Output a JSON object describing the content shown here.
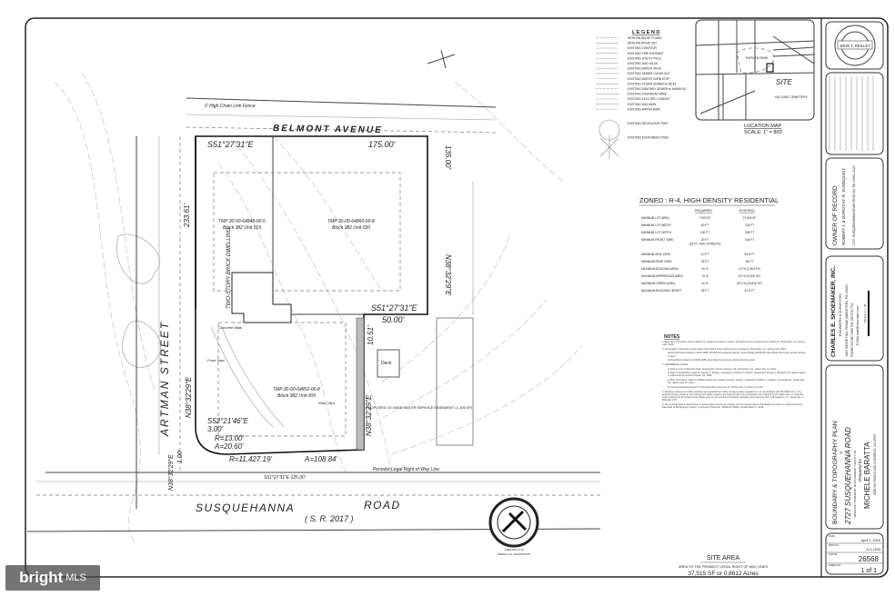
{
  "plan": {
    "streets": {
      "belmont": "BELMONT AVENUE",
      "artman": "ARTMAN STREET",
      "susquehanna": "SUSQUEHANNA",
      "road": "ROAD",
      "route": "( S. R. 2017 )"
    },
    "bearings": {
      "top": "S51°27'31\"E",
      "top_dist": "175.00'",
      "right": "N38°32'29\"E",
      "right_dist": "135.00'",
      "step": "S51°27'31\"E",
      "step_dist": "50.00'",
      "step_right": "N38°32'29\"E",
      "step_short": "10.51'",
      "left": "N38°32'29\"E",
      "left_dist": "233.61'",
      "corner": "S52°21'46\"E",
      "corner_dist": "3.00'",
      "radius": "R=13.00'",
      "arc": "A=20.60'",
      "bottom_radius": "R=11,427.19'",
      "bottom_arc": "A=108.84'",
      "bottom_left": "N38°32'29\"E",
      "bottom_left_dist": "1.00'",
      "tile_line": "S51°27'31\"E  125.00'"
    },
    "labels": {
      "house": "TWO-STORY BRICK DWELLING",
      "parcel1": "TMP 30-00-64852-00-8",
      "block1": "Block 382 Unit 005",
      "parcel2": "TMP 30-00-64848-00-5",
      "block2": "Block 382 Unit 019",
      "parcel3": "TMP 30-00-64860-00-8",
      "block3": "Block 382 Unit 020",
      "deck": "Deck",
      "easement": "PROPOSED 10' WIDE WATER SERVICE EASEMENT (1,106 SF)",
      "row": "Penndot Legal Right of Way Line",
      "fence": "6' High Chain Link Fence",
      "concrete_walk": "Concrete Walk",
      "rear_yard": "Rear Yard",
      "front_yard": "Front Yard"
    }
  },
  "legend": {
    "title": "L E G E N D",
    "items": [
      "IRON PIN W/CAP FOUND",
      "IRON PIN W/CAP SET",
      "EXISTING CONTOUR",
      "EXISTING FIRE HYDRANT",
      "EXISTING UTILITY POLE",
      "EXISTING GAS VALVE",
      "EXISTING WATER VALVE",
      "EXISTING SEWER CLEAN OUT",
      "EXISTING WATER CURB STOP",
      "EXISTING STORM SEWER w/ INLET",
      "EXISTING SANITARY SEWER w/ MANHOLE",
      "EXISTING OVERHEAD WIRE",
      "EXISTING ELECTRIC CONDUIT",
      "EXISTING GAS MAIN",
      "EXISTING WATER MAIN",
      "EXISTING DECIDUOUS TREE",
      "EXISTING EVERGREEN TREE"
    ]
  },
  "location_map": {
    "park": "ROSLYN PARK",
    "site": "SITE",
    "cemetery": "HILLSIDE CEMETERY",
    "title": "LOCATION   MAP",
    "scale": "SCALE:  1\" = 800'"
  },
  "zoning": {
    "title": "ZONED : R-4, HIGH DENSITY RESIDENTIAL",
    "headers": [
      "REQUIRED",
      "EXISTING"
    ],
    "rows": [
      {
        "item": "MINIMUM LOT AREA",
        "required": "7,500 SF",
        "existing": "37,515 SF"
      },
      {
        "item": "MINIMUM LOT WIDTH",
        "required": "50 FT",
        "existing": "125 FT"
      },
      {
        "item": "MINIMUM LOT DEPTH",
        "required": "100 FT",
        "existing": "245 FT"
      },
      {
        "item": "MINIMUM FRONT YARD",
        "required": "20 FT",
        "existing": "104 FT",
        "note": "(15 FT. TWO STREETS)"
      },
      {
        "item": "MINIMUM SIDE YARD",
        "required": "10 FT",
        "existing": "94.6 FT"
      },
      {
        "item": "MINIMUM REAR YARD",
        "required": "25 FT",
        "existing": "84 FT"
      },
      {
        "item": "MAXIMUM BUILDING AREA",
        "required": "40 %",
        "existing": "4.0 % (1,504 SF)"
      },
      {
        "item": "MAXIMUM IMPERVIOUS AREA",
        "required": "70 %",
        "existing": "8.0 % (3,000 SF)"
      },
      {
        "item": "MAXIMUM GREEN AREA",
        "required": "30 %",
        "existing": "92.0 % (34,515 SF)"
      },
      {
        "item": "MAXIMUM BUILDING HEIGHT",
        "required": "35 FT",
        "existing": "31.5 FT"
      }
    ]
  },
  "notes": {
    "title": "NOTES",
    "items": [
      "1.  Boundary information shown taken from deeds and plans of record, and field surveys performed by Charles E. Shoemaker, Inc. during April, 2019.",
      "2.  Topographic information shown taken from field surveys performed by Charles E. Shoemaker, Inc. during April, 2019.",
      "Horizontal Datum based on NAD 1983, SPC83 Pennsylvania (South), Geoid Model g2003u06 using Boyd Instrument virtual network system.",
      "Vertical Datum based on NAVD 1988, using Boyd Instrument virtual network system.",
      "3.  REFERENCE PLANS:",
      "a) Plan of Lots of Glenside Park, prepared by James Cresson, CE, Norristown, Pa., dated July 12, 1924.",
      "b) Plan of Subdivision made for George T. Pepper, prepared by Richard G. Rauch, Registered Surveyor, Abington, Pa. dated August 3, 1994 and last revised October 18, 1994.",
      "c) Plan of Property made for William Hammond, Ardsley Springs, Roslyn, prepared by William T. Mullins, Civil Engineer, Jenkintown, Pa., dated June 27, 1921.",
      "d) Pennsylvania Department of Transportation plans for L.R. 46101, Sec. 2, Sheet 14 of 35.",
      "4.  Existing underground utility locations were plotted from utility company plans supplied to us in accordance with PA ONE CALL or by physical survey locations. All underground utility locations are approximate only. Contractors are required by PA ONE CALL to verify the exact locations of all underground utilities prior to commencing excavation activities. Pennsylvania One Call Systems, Inc., phone No. 1-800-242-1776",
      "5.  Site is designated in Flood Zone X (Areas determined to be outside of 0.2% annual chance floodplain) as shown on Flood Insurance Rate Map of Montgomery County, Community Panel No. 42091C0 (0390), revised March 2, 2016."
    ]
  },
  "site_area": {
    "title": "SITE  AREA",
    "line1": "AREA TO THE PENNDOT LEGAL RIGHT OF WAY LINES",
    "line2": "37,515 SF  or  0.8612 Acres"
  },
  "one_call": {
    "text": "PENNSYLVANIA ONE CALL SYSTEM",
    "phone": "1-800-242-1776",
    "serial": "SERIAL NO. 20190870470"
  },
  "title_block": {
    "seal_name": "JOHN T. REILLEY",
    "owner_title": "OWNER OF RECORD",
    "owner_names": "ROBERT J. & DOROTHY R. SUNDQUIST",
    "owner_address": "2727 SUSQUEHANNA ROAD  ROSLYN, PA  19001-4122",
    "company": "CHARLES E. SHOEMAKER, INC.",
    "company_sub": "ENGINEERS  &  SURVEYORS",
    "company_address": "1007 EDGE HILL ROAD   ABINGTON, PA  19001",
    "company_phone": "PHONE 215-887-2165     FAX 215-576-7791",
    "company_email": "E-MAIL  mail@cesurveyor.com",
    "scale": "SCALE 1\" = 30'",
    "plan_title": "BOUNDARY & TOPOGRAPHY PLAN",
    "of": "of",
    "address": "2727 SUSQUEHANNA ROAD",
    "township": "ABINGTON TOWNSHIP, MONTGOMERY COUNTY, PA.",
    "prepared_for": "Prepared for",
    "client": "MICHELE BARATTA",
    "client_address": "1836 VIA PISOLO  SAN CLEMENTE, CA 92673",
    "date_label": "DATE",
    "date": "April 4, 2019",
    "dwg_label": "DWG NO.",
    "dwg": "A-1-1833",
    "job_label": "JOB NO.",
    "job": "26568",
    "sheet_label": "SHEET NO.",
    "sheet": "1 of 1"
  },
  "watermark": {
    "brand": "bright",
    "suffix": "MLS"
  }
}
